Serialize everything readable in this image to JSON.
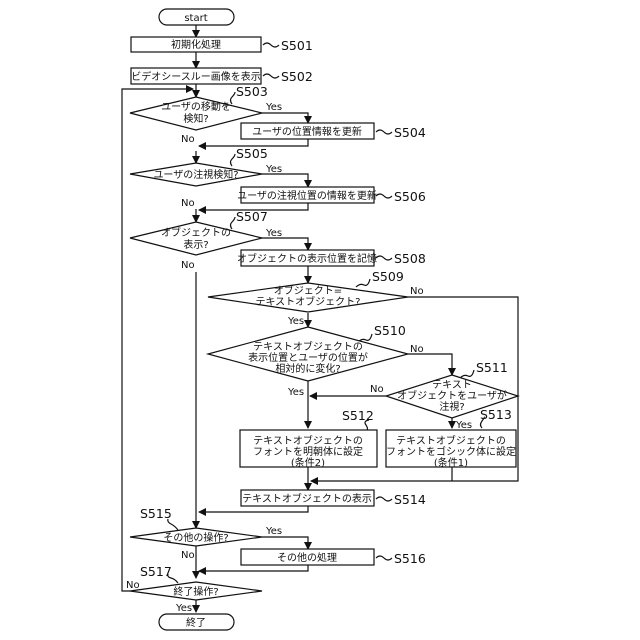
{
  "start": "start",
  "end": "終了",
  "yes": "Yes",
  "no": "No",
  "steps": {
    "s501": {
      "label": "S501",
      "text": "初期化処理"
    },
    "s502": {
      "label": "S502",
      "text": "ビデオシースルー画像を表示"
    },
    "s503": {
      "label": "S503",
      "lines": [
        "ユーザの移動を",
        "検知?"
      ]
    },
    "s504": {
      "label": "S504",
      "text": "ユーザの位置情報を更新"
    },
    "s505": {
      "label": "S505",
      "text": "ユーザの注視検知?"
    },
    "s506": {
      "label": "S506",
      "text": "ユーザの注視位置の情報を更新"
    },
    "s507": {
      "label": "S507",
      "lines": [
        "オブジェクトの",
        "表示?"
      ]
    },
    "s508": {
      "label": "S508",
      "text": "オブジェクトの表示位置を記憶"
    },
    "s509": {
      "label": "S509",
      "lines": [
        "オブジェクト=",
        "テキストオブジェクト?"
      ]
    },
    "s510": {
      "label": "S510",
      "lines": [
        "テキストオブジェクトの",
        "表示位置とユーザの位置が",
        "相対的に変化?"
      ]
    },
    "s511": {
      "label": "S511",
      "lines": [
        "テキスト",
        "オブジェクトをユーザが",
        "注視?"
      ]
    },
    "s512": {
      "label": "S512",
      "lines": [
        "テキストオブジェクトの",
        "フォントを明朝体に設定",
        "(条件2)"
      ]
    },
    "s513": {
      "label": "S513",
      "lines": [
        "テキストオブジェクトの",
        "フォントをゴシック体に設定",
        "(条件1)"
      ]
    },
    "s514": {
      "label": "S514",
      "text": "テキストオブジェクトの表示"
    },
    "s515": {
      "label": "S515",
      "text": "その他の操作?"
    },
    "s516": {
      "label": "S516",
      "text": "その他の処理"
    },
    "s517": {
      "label": "S517",
      "text": "終了操作?"
    }
  }
}
